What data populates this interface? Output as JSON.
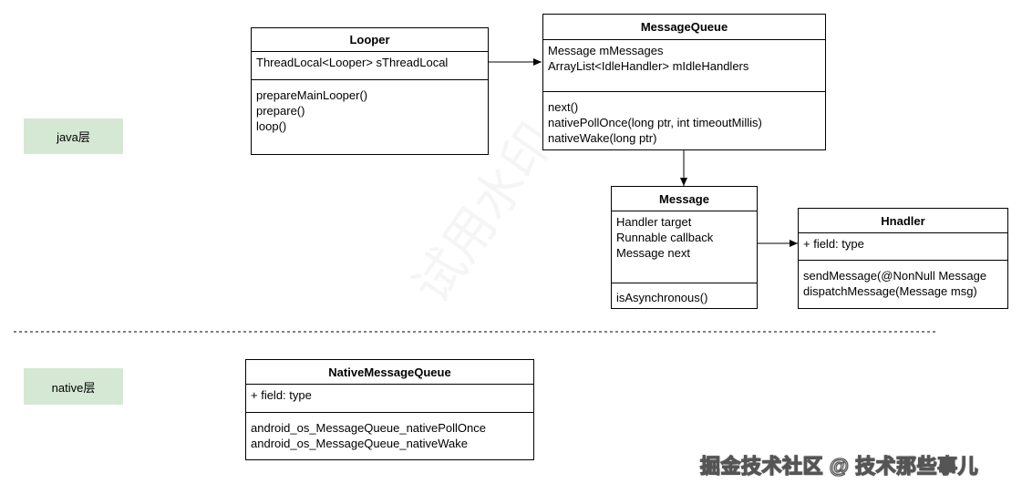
{
  "layers": {
    "java": "java层",
    "native": "native层"
  },
  "classes": {
    "looper": {
      "name": "Looper",
      "fields": [
        "ThreadLocal<Looper> sThreadLocal"
      ],
      "methods": [
        "prepareMainLooper()",
        "prepare()",
        "loop()"
      ]
    },
    "message_queue": {
      "name": "MessageQueue",
      "fields": [
        "Message mMessages",
        "ArrayList<IdleHandler> mIdleHandlers"
      ],
      "methods": [
        "next()",
        "nativePollOnce(long ptr, int timeoutMillis)",
        "nativeWake(long ptr)"
      ]
    },
    "message": {
      "name": "Message",
      "fields": [
        "Handler target",
        "Runnable callback",
        "Message next"
      ],
      "methods": [
        "isAsynchronous()"
      ]
    },
    "handler": {
      "name": "Hnadler",
      "fields": [
        "+ field: type"
      ],
      "methods": [
        "sendMessage(@NonNull Message",
        "dispatchMessage(Message msg)"
      ]
    },
    "native_message_queue": {
      "name": "NativeMessageQueue",
      "fields": [
        "+ field: type"
      ],
      "methods": [
        "android_os_MessageQueue_nativePollOnce",
        "android_os_MessageQueue_nativeWake"
      ]
    }
  },
  "watermark": "试用水印",
  "footer": "掘金技术社区 @ 技术那些事儿",
  "colors": {
    "layer_tag_bg": "#d5e8d4",
    "line": "#000000"
  }
}
